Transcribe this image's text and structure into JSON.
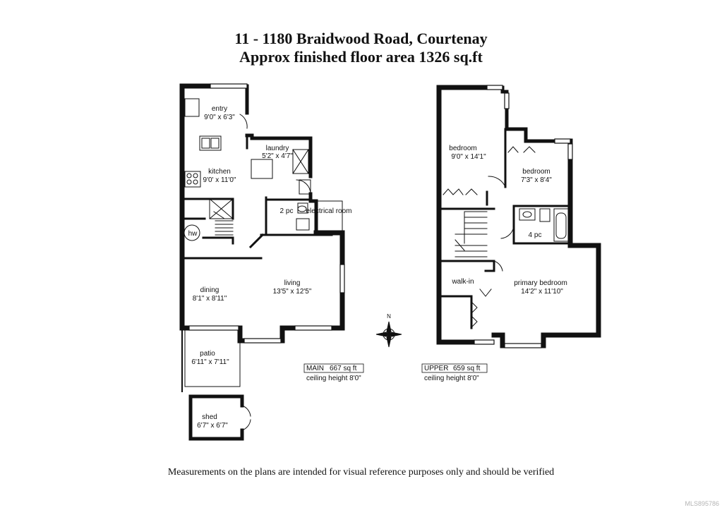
{
  "header": {
    "address": "11 - 1180 Braidwood Road, Courtenay",
    "area": "Approx finished floor area 1326 sq.ft"
  },
  "main_floor": {
    "rooms": [
      {
        "name": "entry",
        "size": "9'0\" x 6'3\""
      },
      {
        "name": "laundry",
        "size": "5'2\" x 4'7\""
      },
      {
        "name": "kitchen",
        "size": "9'0' x 11'0\""
      },
      {
        "name": "2 pc",
        "size": ""
      },
      {
        "name": "electrical room",
        "size": ""
      },
      {
        "name": "hw",
        "size": ""
      },
      {
        "name": "dining",
        "size": "8'1\" x 8'11\""
      },
      {
        "name": "living",
        "size": "13'5\" x 12'5\""
      },
      {
        "name": "patio",
        "size": "6'11\" x 7'11\""
      },
      {
        "name": "shed",
        "size": "6'7\" x 6'7\""
      }
    ],
    "summary": {
      "label": "MAIN",
      "area": "667 sq ft",
      "ceiling": "ceiling height 8'0\""
    }
  },
  "upper_floor": {
    "rooms": [
      {
        "name": "bedroom",
        "size": "9'0\" x 14'1\""
      },
      {
        "name": "bedroom",
        "size": "7'3\" x 8'4\""
      },
      {
        "name": "4 pc",
        "size": ""
      },
      {
        "name": "walk-in",
        "size": ""
      },
      {
        "name": "primary bedroom",
        "size": "14'2\" x 11'10\""
      }
    ],
    "summary": {
      "label": "UPPER",
      "area": "659 sq ft",
      "ceiling": "ceiling height 8'0\""
    }
  },
  "compass": {
    "north_label": "N"
  },
  "footer": {
    "disclaimer": "Measurements on the plans are intended for visual reference purposes only and should be verified",
    "watermark": "MLS895786"
  }
}
